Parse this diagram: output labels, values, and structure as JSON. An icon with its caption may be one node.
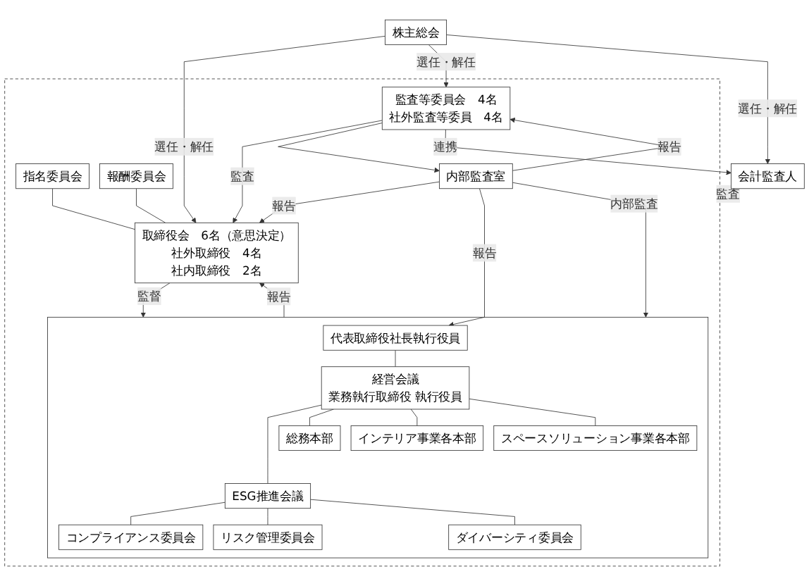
{
  "diagram": {
    "nodes": [
      {
        "text": [
          "株主総会"
        ]
      },
      {
        "text": [],
        "shape": "box"
      },
      {
        "text": [
          "指名委員会"
        ],
        "in": 1
      },
      {
        "text": [
          "報酬委員会"
        ],
        "in": 1
      },
      {
        "text": [
          "取締役会　6名（意思決定）",
          "社外取締役　4名",
          "社内取締役　2名"
        ],
        "in": 1
      },
      {
        "text": [
          "監査等委員会　4名",
          "社外監査等委員　4名"
        ],
        "in": 1
      },
      {
        "text": [
          "会計監査人"
        ]
      },
      {
        "text": [],
        "shape": "box",
        "in": 1
      },
      {
        "text": [
          "代表取締役社長執行役員"
        ],
        "in": 7
      },
      {
        "text": [
          "内部監査室"
        ],
        "in": 1
      },
      {
        "text": [
          "経営会議",
          "業務執行取締役 執行役員"
        ],
        "in": 7
      },
      {
        "text": [
          "ESG推進会議"
        ],
        "in": 7
      },
      {
        "text": [
          "総務本部"
        ],
        "in": 7
      },
      {
        "text": [
          "インテリア事業各本部"
        ],
        "in": 7
      },
      {
        "text": [
          "スペースソリューション事業各本部"
        ],
        "in": 7
      },
      {
        "text": [
          "コンプライアンス委員会"
        ],
        "in": 7
      },
      {
        "text": [
          "リスク管理委員会"
        ],
        "in": 7
      },
      {
        "text": [
          "ダイバーシティ委員会"
        ],
        "in": 7
      }
    ],
    "edges": [
      {
        "from": 0,
        "to": 4,
        "arrow": "to",
        "label": "選任・解任"
      },
      {
        "from": 0,
        "to": 5,
        "arrow": "to",
        "label": "選任・解任"
      },
      {
        "from": 0,
        "to": 6,
        "arrow": "to",
        "label": "選任・解任"
      },
      {
        "from": 2,
        "to": 4,
        "arrow": "none"
      },
      {
        "from": 3,
        "to": 4,
        "arrow": "none"
      },
      {
        "from": 5,
        "to": 4,
        "arrow": "to",
        "label": "監査"
      },
      {
        "from": 6,
        "to": 1,
        "arrow": "to",
        "label": "監査"
      },
      {
        "from": 4,
        "to": 7,
        "arrow": "to",
        "label": "監督"
      },
      {
        "from": 7,
        "to": 4,
        "arrow": "to",
        "label": "報告"
      },
      {
        "from": 5,
        "to": 9,
        "arrow": "to"
      },
      {
        "from": 9,
        "to": 4,
        "arrow": "to",
        "label": "報告"
      },
      {
        "from": 9,
        "to": 5,
        "arrow": "to",
        "label": "報告"
      },
      {
        "from": 5,
        "to": 6,
        "arrow": "to",
        "label": "連携"
      },
      {
        "from": 9,
        "to": 7,
        "arrow": "to",
        "label": "内部監査"
      },
      {
        "from": 9,
        "to": 8,
        "arrow": "to",
        "label": "報告"
      },
      {
        "from": 8,
        "to": 10,
        "arrow": "none"
      },
      {
        "from": 10,
        "to": 11,
        "arrow": "none"
      },
      {
        "from": 10,
        "to": 12,
        "arrow": "none"
      },
      {
        "from": 10,
        "to": 13,
        "arrow": "none"
      },
      {
        "from": 10,
        "to": 14,
        "arrow": "none"
      },
      {
        "from": 11,
        "to": 15,
        "arrow": "none"
      },
      {
        "from": 11,
        "to": 16,
        "arrow": "none"
      },
      {
        "from": 11,
        "to": 17,
        "arrow": "none"
      }
    ]
  }
}
